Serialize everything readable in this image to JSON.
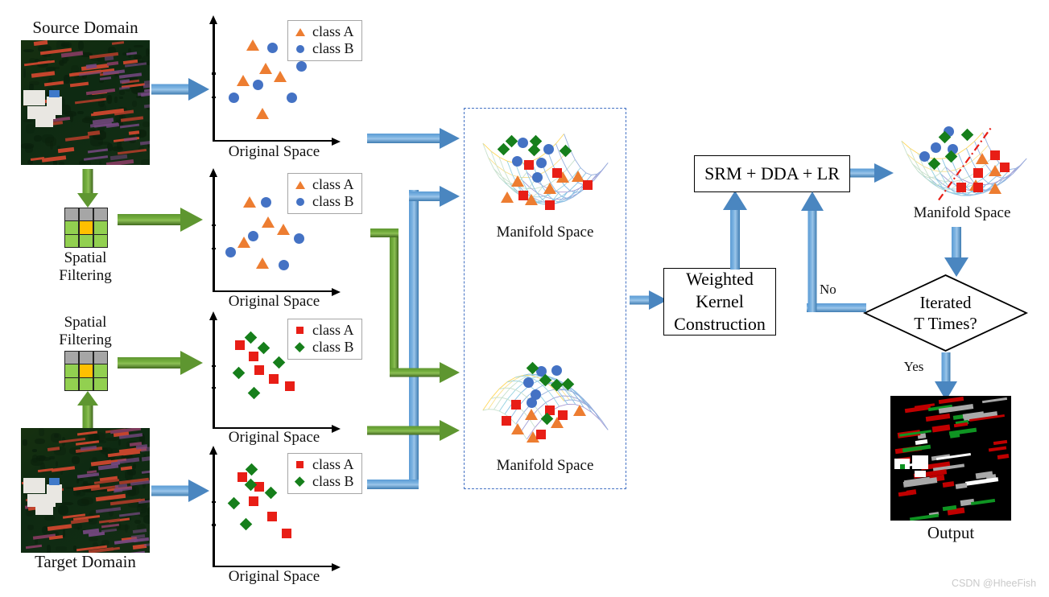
{
  "labels": {
    "source_domain": "Source Domain",
    "target_domain": "Target Domain",
    "spatial_filtering_1": "Spatial\nFiltering",
    "spatial_filtering_2": "Spatial\nFiltering",
    "original_space": "Original Space",
    "manifold_space": "Manifold Space",
    "output": "Output",
    "yes": "Yes",
    "no": "No"
  },
  "boxes": {
    "srm": "SRM + DDA + LR",
    "kernel": "Weighted\nKernel\nConstruction",
    "decision": "Iterated\nT Times?"
  },
  "legend": {
    "source": {
      "class_a": "class A",
      "class_b": "class B",
      "a_marker": "triangle",
      "b_marker": "circle"
    },
    "target": {
      "class_a": "class A",
      "class_b": "class B",
      "a_marker": "square",
      "b_marker": "diamond"
    }
  },
  "colors": {
    "orange_triangle": "#ED7D31",
    "blue_circle": "#4472C4",
    "red_square": "#E81E16",
    "green_diamond": "#167F1B",
    "blue_arrow": "#5B9BD5",
    "green_arrow": "#76B03F",
    "dashed_border": "#4472C4",
    "decision_line": "#E81E16"
  },
  "watermark": "CSDN @HheeFish",
  "chart_data": [
    {
      "id": "source-plot-1",
      "type": "scatter",
      "title": "Original Space",
      "xlabel": "",
      "ylabel": "",
      "axis_arrows": true,
      "series": [
        {
          "name": "class A",
          "marker": "triangle",
          "color": "#ED7D31",
          "points": [
            [
              0.3,
              0.84
            ],
            [
              0.43,
              0.62
            ],
            [
              0.2,
              0.5
            ],
            [
              0.58,
              0.54
            ],
            [
              0.4,
              0.18
            ]
          ]
        },
        {
          "name": "class B",
          "marker": "circle",
          "color": "#4472C4",
          "points": [
            [
              0.5,
              0.82
            ],
            [
              0.8,
              0.64
            ],
            [
              0.35,
              0.46
            ],
            [
              0.1,
              0.33
            ],
            [
              0.7,
              0.33
            ]
          ]
        }
      ]
    },
    {
      "id": "source-plot-2",
      "type": "scatter",
      "title": "Original Space",
      "series": [
        {
          "name": "class A",
          "marker": "triangle",
          "color": "#ED7D31",
          "points": [
            [
              0.27,
              0.8
            ],
            [
              0.46,
              0.6
            ],
            [
              0.62,
              0.53
            ],
            [
              0.21,
              0.4
            ],
            [
              0.4,
              0.19
            ]
          ]
        },
        {
          "name": "class B",
          "marker": "circle",
          "color": "#4472C4",
          "points": [
            [
              0.44,
              0.8
            ],
            [
              0.3,
              0.46
            ],
            [
              0.78,
              0.44
            ],
            [
              0.07,
              0.3
            ],
            [
              0.62,
              0.17
            ]
          ]
        }
      ]
    },
    {
      "id": "target-plot-1",
      "type": "scatter",
      "title": "Original Space",
      "series": [
        {
          "name": "class A",
          "marker": "square",
          "color": "#E81E16",
          "points": [
            [
              0.17,
              0.79
            ],
            [
              0.31,
              0.67
            ],
            [
              0.37,
              0.52
            ],
            [
              0.52,
              0.43
            ],
            [
              0.68,
              0.35
            ]
          ]
        },
        {
          "name": "class B",
          "marker": "diamond",
          "color": "#167F1B",
          "points": [
            [
              0.28,
              0.87
            ],
            [
              0.41,
              0.76
            ],
            [
              0.57,
              0.6
            ],
            [
              0.15,
              0.49
            ],
            [
              0.31,
              0.28
            ]
          ]
        }
      ]
    },
    {
      "id": "target-plot-2",
      "type": "scatter",
      "title": "Original Space",
      "series": [
        {
          "name": "class A",
          "marker": "square",
          "color": "#E81E16",
          "points": [
            [
              0.19,
              0.82
            ],
            [
              0.37,
              0.72
            ],
            [
              0.31,
              0.57
            ],
            [
              0.5,
              0.42
            ],
            [
              0.65,
              0.25
            ]
          ]
        },
        {
          "name": "class B",
          "marker": "diamond",
          "color": "#167F1B",
          "points": [
            [
              0.29,
              0.9
            ],
            [
              0.28,
              0.74
            ],
            [
              0.49,
              0.66
            ],
            [
              0.1,
              0.55
            ],
            [
              0.23,
              0.34
            ]
          ]
        }
      ]
    },
    {
      "id": "manifold-top",
      "type": "scatter",
      "title": "Manifold Space",
      "surface": "concave",
      "series": [
        {
          "name": "class A src",
          "marker": "triangle",
          "color": "#ED7D31",
          "points": [
            [
              0.62,
              0.44
            ],
            [
              0.53,
              0.33
            ],
            [
              0.3,
              0.4
            ],
            [
              0.73,
              0.45
            ],
            [
              0.4,
              0.22
            ],
            [
              0.23,
              0.24
            ]
          ]
        },
        {
          "name": "class B src",
          "marker": "circle",
          "color": "#4472C4",
          "points": [
            [
              0.34,
              0.78
            ],
            [
              0.52,
              0.72
            ],
            [
              0.3,
              0.6
            ],
            [
              0.47,
              0.58
            ],
            [
              0.44,
              0.44
            ]
          ]
        },
        {
          "name": "class A tgt",
          "marker": "square",
          "color": "#E81E16",
          "points": [
            [
              0.38,
              0.56
            ],
            [
              0.58,
              0.48
            ],
            [
              0.8,
              0.36
            ],
            [
              0.34,
              0.26
            ],
            [
              0.53,
              0.16
            ]
          ]
        },
        {
          "name": "class B tgt",
          "marker": "diamond",
          "color": "#167F1B",
          "points": [
            [
              0.2,
              0.72
            ],
            [
              0.26,
              0.8
            ],
            [
              0.43,
              0.8
            ],
            [
              0.42,
              0.71
            ],
            [
              0.64,
              0.7
            ]
          ]
        }
      ]
    },
    {
      "id": "manifold-bottom",
      "type": "scatter",
      "title": "Manifold Space",
      "surface": "convex",
      "series": [
        {
          "name": "class A src",
          "marker": "triangle",
          "color": "#ED7D31",
          "points": [
            [
              0.4,
              0.4
            ],
            [
              0.3,
              0.26
            ],
            [
              0.41,
              0.18
            ],
            [
              0.58,
              0.32
            ],
            [
              0.74,
              0.44
            ]
          ]
        },
        {
          "name": "class B src",
          "marker": "circle",
          "color": "#4472C4",
          "points": [
            [
              0.47,
              0.83
            ],
            [
              0.58,
              0.84
            ],
            [
              0.38,
              0.72
            ],
            [
              0.43,
              0.6
            ],
            [
              0.4,
              0.52
            ]
          ]
        },
        {
          "name": "class A tgt",
          "marker": "square",
          "color": "#E81E16",
          "points": [
            [
              0.29,
              0.5
            ],
            [
              0.22,
              0.34
            ],
            [
              0.53,
              0.44
            ],
            [
              0.62,
              0.39
            ],
            [
              0.47,
              0.2
            ]
          ]
        },
        {
          "name": "class B tgt",
          "marker": "diamond",
          "color": "#167F1B",
          "points": [
            [
              0.41,
              0.86
            ],
            [
              0.5,
              0.74
            ],
            [
              0.58,
              0.69
            ],
            [
              0.66,
              0.7
            ],
            [
              0.51,
              0.36
            ]
          ]
        }
      ]
    },
    {
      "id": "manifold-result",
      "type": "scatter",
      "title": "Manifold Space",
      "surface": "concave",
      "decision_boundary": {
        "style": "dash-dot",
        "color": "#E81E16"
      },
      "series": [
        {
          "name": "class A src",
          "marker": "triangle",
          "color": "#ED7D31",
          "points": [
            [
              0.63,
              0.58
            ],
            [
              0.72,
              0.45
            ],
            [
              0.58,
              0.29
            ],
            [
              0.72,
              0.25
            ]
          ]
        },
        {
          "name": "class B src",
          "marker": "circle",
          "color": "#4472C4",
          "points": [
            [
              0.39,
              0.88
            ],
            [
              0.3,
              0.7
            ],
            [
              0.42,
              0.68
            ],
            [
              0.22,
              0.6
            ]
          ]
        },
        {
          "name": "class A tgt",
          "marker": "square",
          "color": "#E81E16",
          "points": [
            [
              0.72,
              0.62
            ],
            [
              0.79,
              0.48
            ],
            [
              0.6,
              0.42
            ],
            [
              0.48,
              0.26
            ],
            [
              0.6,
              0.26
            ]
          ]
        },
        {
          "name": "class B tgt",
          "marker": "diamond",
          "color": "#167F1B",
          "points": [
            [
              0.36,
              0.82
            ],
            [
              0.52,
              0.84
            ],
            [
              0.41,
              0.6
            ],
            [
              0.29,
              0.52
            ]
          ]
        }
      ]
    }
  ]
}
